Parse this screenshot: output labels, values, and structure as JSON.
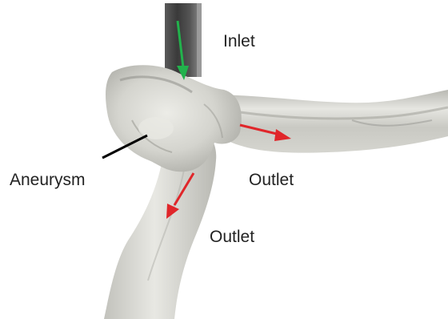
{
  "labels": {
    "inlet": "Inlet",
    "aneurysm": "Aneurysm",
    "outlet_right": "Outlet",
    "outlet_bottom": "Outlet"
  },
  "colors": {
    "inlet_arrow": "#22b24c",
    "outlet_arrow": "#e0262a",
    "pointer_line": "#000000",
    "vessel_body": "#d9d9d3",
    "vessel_shadow": "#a9a9a3",
    "inlet_tube": "#3f3f3f",
    "background": "#ffffff"
  },
  "icons": {
    "inlet_flow": "arrow-down",
    "outlet_flow": "arrow-right-down",
    "aneurysm_pointer": "line"
  }
}
